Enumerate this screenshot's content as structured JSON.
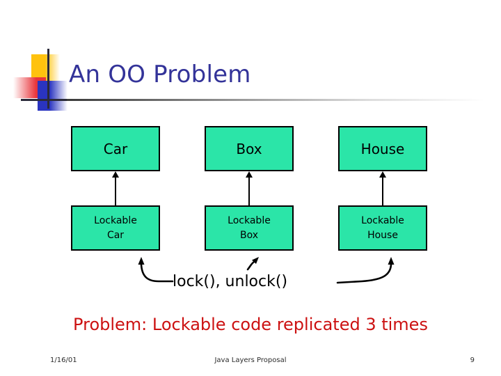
{
  "slide": {
    "title": "An OO Problem",
    "title_color": "#333399",
    "background": "#ffffff"
  },
  "logo": {
    "yellow": "#FFC20E",
    "red": "#E8353B",
    "blue": "#2A34C0",
    "line": "#2a2a3a"
  },
  "diagram": {
    "box_fill": "#2BE5A8",
    "box_border": "#000000",
    "columns": [
      {
        "parent": "Car",
        "child_line1": "Lockable",
        "child_line2": "Car"
      },
      {
        "parent": "Box",
        "child_line1": "Lockable",
        "child_line2": "Box"
      },
      {
        "parent": "House",
        "child_line1": "Lockable",
        "child_line2": "House"
      }
    ],
    "callout": "lock(), unlock()"
  },
  "problem": {
    "text": "Problem: Lockable code replicated 3 times",
    "color": "#CC1111"
  },
  "footer": {
    "date": "1/16/01",
    "center": "Java Layers Proposal",
    "page": "9"
  }
}
